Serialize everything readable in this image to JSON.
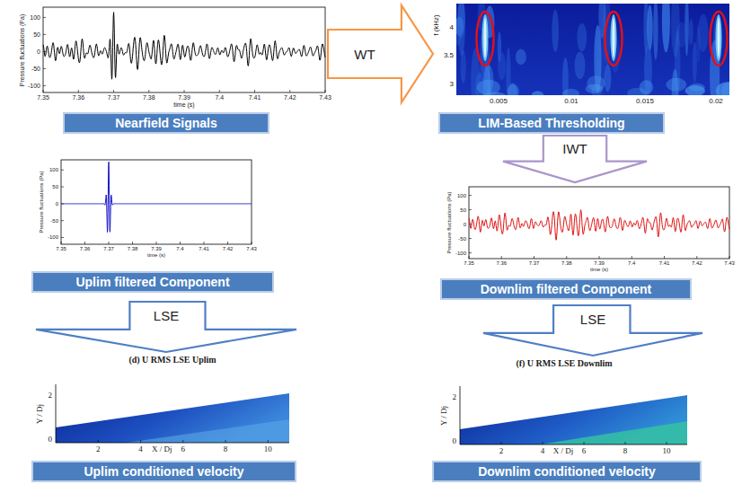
{
  "diagram": {
    "nodes": [
      {
        "text": [
          "Nearfield Signals"
        ]
      },
      {
        "text": [
          "WT"
        ]
      },
      {
        "text": [
          "LIM-Based Thresholding"
        ]
      },
      {
        "text": [
          "IWT"
        ]
      },
      {
        "text": [
          "Uplim filtered Component"
        ]
      },
      {
        "text": [
          "Downlim filtered Component"
        ]
      },
      {
        "text": [
          "LSE"
        ]
      },
      {
        "text": [
          "LSE"
        ]
      },
      {
        "text": [
          "Uplim conditioned velocity"
        ]
      },
      {
        "text": [
          "Downlim conditioned velocity"
        ]
      }
    ],
    "labels": [
      "Pressure fluctuations (Pa)",
      "100",
      "50",
      "0",
      "-50",
      "-100",
      "7.35",
      "7.36",
      "7.37",
      "7.38",
      "7.39",
      "7.4",
      "7.41",
      "7.42",
      "7.43",
      "time (s)",
      "f (kHz)",
      "4",
      "3.5",
      "3",
      "0.005",
      "0.01",
      "0.015",
      "0.02",
      "Pressure fluctuations (Pa)",
      "100",
      "50",
      "0",
      "-50",
      "-100",
      "7.35",
      "7.36",
      "7.37",
      "7.38",
      "7.39",
      "7.4",
      "7.41",
      "7.42",
      "7.43",
      "time (s)",
      "Pressure fluctuations (Pa)",
      "100",
      "50",
      "0",
      "-50",
      "-100",
      "7.35",
      "7.36",
      "7.37",
      "7.38",
      "7.39",
      "7.4",
      "7.41",
      "7.42",
      "7.43",
      "time (s)",
      "(d) U RMS LSE Uplim",
      "Y / Dj",
      "2",
      "0",
      "2",
      "4",
      "X / Dj",
      "6",
      "8",
      "10",
      "(f) U RMS LSE Downlim",
      "Y / Dj",
      "2",
      "0",
      "2",
      "4",
      "X / Dj",
      "6",
      "8",
      "10"
    ]
  }
}
